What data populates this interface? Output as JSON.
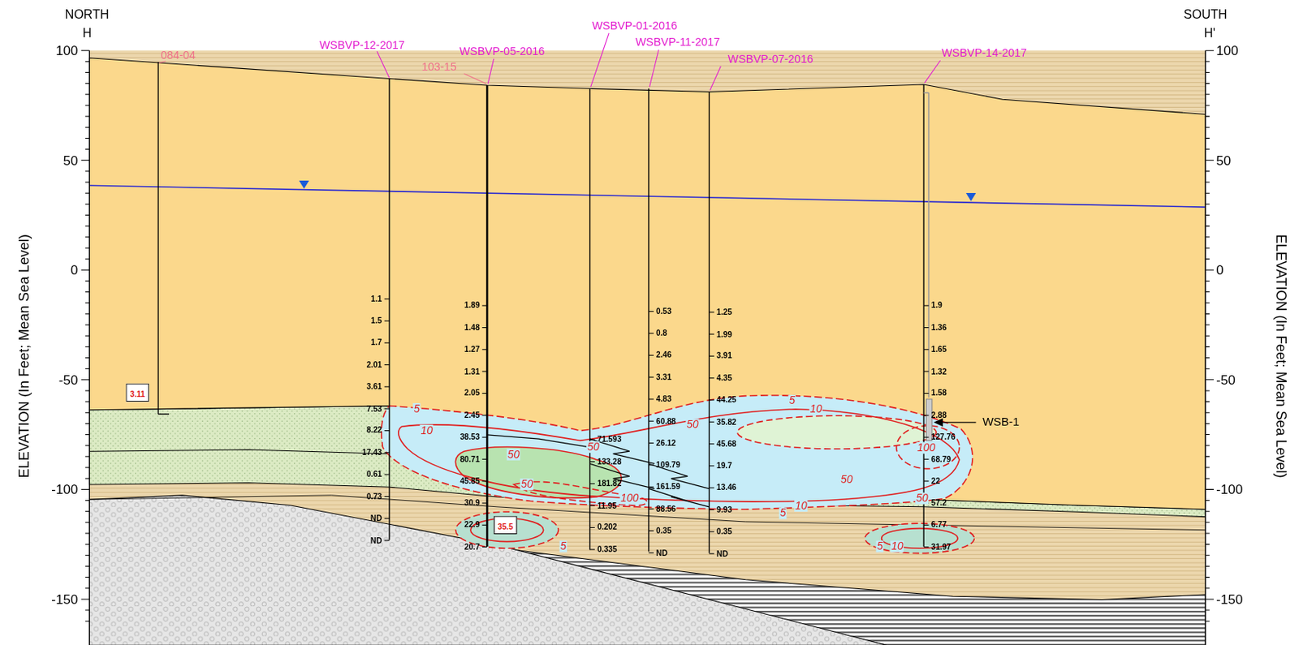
{
  "diagram": {
    "nodes": [
      {
        "text": [
          "3.11"
        ]
      },
      {
        "text": [
          "35.5"
        ]
      }
    ],
    "labels": [
      "NORTH",
      "H",
      "SOUTH",
      "H'",
      "100",
      "50",
      "0",
      "-50",
      "-100",
      "-150",
      "100",
      "50",
      "0",
      "-50",
      "-100",
      "-150",
      "ELEVATION (In Feet; Mean Sea Level)",
      "ELEVATION (In Feet; Mean Sea Level)",
      "084-04",
      "WSBVP-12-2017",
      "103-15",
      "WSBVP-05-2016",
      "WSBVP-01-2016",
      "WSBVP-11-2017",
      "WSBVP-07-2016",
      "WSBVP-14-2017",
      "1.1",
      "1.5",
      "1.7",
      "2.01",
      "3.61",
      "7.53",
      "8.22",
      "17.43",
      "0.61",
      "0.73",
      "ND",
      "ND",
      "1.89",
      "1.48",
      "1.27",
      "1.31",
      "2.05",
      "2.45",
      "38.53",
      "80.71",
      "45.85",
      "30.9",
      "22.9",
      "20.7",
      "71.593",
      "133.28",
      "181.82",
      "11.95",
      "0.202",
      "0.335",
      "0.53",
      "0.8",
      "2.46",
      "3.31",
      "4.83",
      "60.88",
      "26.12",
      "109.79",
      "161.59",
      "88.56",
      "0.35",
      "ND",
      "1.25",
      "1.99",
      "3.91",
      "4.35",
      "44.25",
      "35.82",
      "45.68",
      "19.7",
      "13.46",
      "9.93",
      "0.35",
      "ND",
      "1.9",
      "1.36",
      "1.65",
      "1.32",
      "1.58",
      "2.88",
      "127.76",
      "68.79",
      "22",
      "57.2",
      "6.77",
      "31.97",
      "WSB-1",
      "5",
      "10",
      "50",
      "50",
      "50",
      "100",
      "50",
      "5",
      "10",
      "50",
      "100",
      "50",
      "5",
      "10",
      "5",
      "10",
      "5"
    ]
  }
}
